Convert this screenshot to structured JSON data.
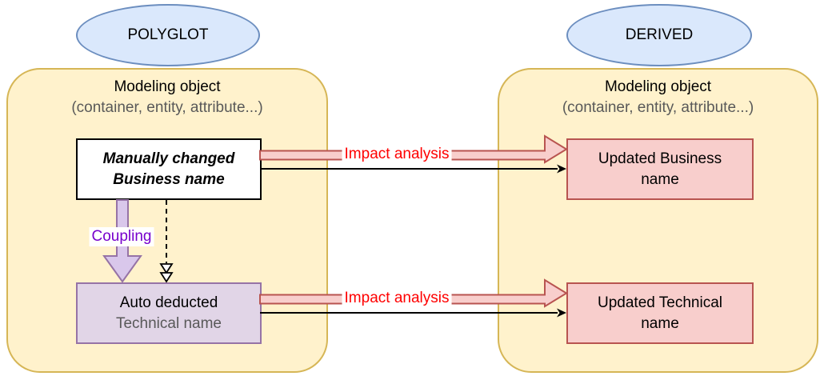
{
  "left": {
    "tag": "POLYGLOT",
    "container_title": "Modeling object",
    "container_subtitle": "(container, entity, attribute...)",
    "business_box": {
      "line1": "Manually changed",
      "line2": "Business name"
    },
    "technical_box": {
      "line1": "Auto deducted",
      "line2": "Technical name"
    },
    "coupling_label": "Coupling"
  },
  "right": {
    "tag": "DERIVED",
    "container_title": "Modeling object",
    "container_subtitle": "(container, entity, attribute...)",
    "business_box": {
      "line1": "Updated Business",
      "line2": "name"
    },
    "technical_box": {
      "line1": "Updated Technical",
      "line2": "name"
    }
  },
  "arrows": {
    "impact_top_label": "Impact analysis",
    "impact_bottom_label": "Impact analysis"
  },
  "colors": {
    "container-fill": "#fff2cc",
    "container-border": "#d6b656",
    "ellipse-fill": "#dae8fc",
    "ellipse-border": "#6c8ebf",
    "pink-fill": "#f8cecc",
    "pink-border": "#b85450",
    "purple-fill": "#e1d5e7",
    "purple-border": "#9673a6",
    "coupling-fill": "#d9c7eb",
    "impact-label-color": "#ff0000",
    "coupling-label-color": "#7700cc",
    "arrow-black": "#000000"
  }
}
